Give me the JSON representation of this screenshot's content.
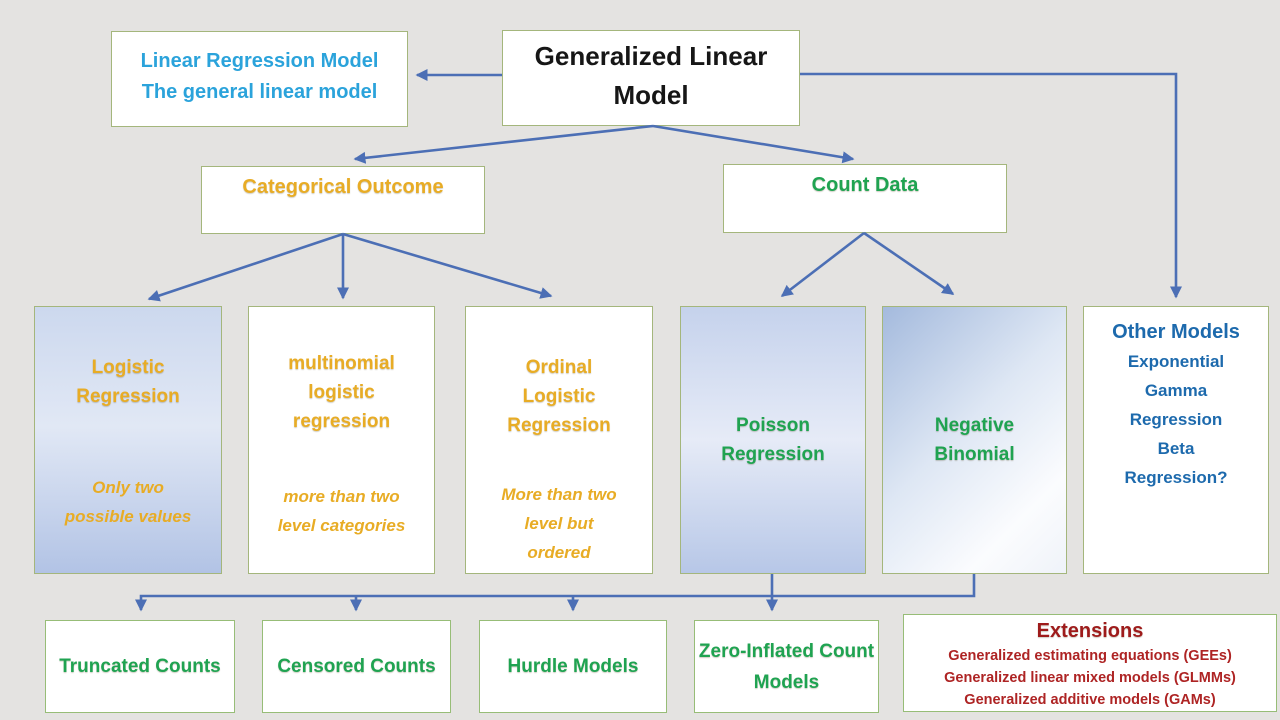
{
  "diagram_title": "Generalized Linear Model flowchart",
  "colors": {
    "background": "#e4e3e1",
    "box_border_green": "#a4b67c",
    "arrow_blue": "#4c6fb5",
    "text_black": "#161616",
    "text_light_blue": "#2ba3db",
    "text_gold": "#e8ac25",
    "text_green": "#1fa351",
    "text_dark_blue": "#1d6aad",
    "text_dark_red": "#9e1b1b",
    "text_red": "#ae2424",
    "gradient_blue_box": "#b7c7e7"
  },
  "nodes": {
    "glm": {
      "title": "Generalized Linear Model"
    },
    "lrm": {
      "line1": "Linear Regression Model",
      "line2": "The general linear model"
    },
    "categorical": {
      "title": "Categorical Outcome"
    },
    "count": {
      "title": "Count Data"
    },
    "logistic": {
      "title": "Logistic Regression",
      "subtitle": "Only two possible values"
    },
    "multinomial": {
      "title": "multinomial logistic regression",
      "subtitle": "more than two level categories"
    },
    "ordinal": {
      "title": "Ordinal Logistic Regression",
      "subtitle": "More than two level but ordered"
    },
    "poisson": {
      "title": "Poisson Regression"
    },
    "negbin": {
      "title": "Negative Binomial"
    },
    "other": {
      "title": "Other Models",
      "items": [
        "Exponential",
        "Gamma",
        "Regression",
        "Beta",
        "Regression?"
      ]
    },
    "truncated": {
      "title": "Truncated Counts"
    },
    "censored": {
      "title": "Censored Counts"
    },
    "hurdle": {
      "title": "Hurdle Models"
    },
    "zeroinflated": {
      "title": "Zero-Inflated Count Models"
    },
    "extensions": {
      "title": "Extensions",
      "items": [
        "Generalized estimating equations (GEEs)",
        "Generalized linear mixed models (GLMMs)",
        "Generalized additive models (GAMs)"
      ]
    }
  },
  "edges": [
    {
      "from": "glm",
      "to": "lrm"
    },
    {
      "from": "glm",
      "to": "other"
    },
    {
      "from": "glm",
      "to": "categorical"
    },
    {
      "from": "glm",
      "to": "count"
    },
    {
      "from": "categorical",
      "to": "logistic"
    },
    {
      "from": "categorical",
      "to": "multinomial"
    },
    {
      "from": "categorical",
      "to": "ordinal"
    },
    {
      "from": "count",
      "to": "poisson"
    },
    {
      "from": "count",
      "to": "negbin"
    },
    {
      "from": "poisson",
      "to": "zeroinflated"
    },
    {
      "from": "negbin",
      "to": "truncated"
    },
    {
      "from": "negbin",
      "to": "censored"
    },
    {
      "from": "negbin",
      "to": "hurdle"
    },
    {
      "from": "negbin",
      "to": "zeroinflated"
    }
  ]
}
